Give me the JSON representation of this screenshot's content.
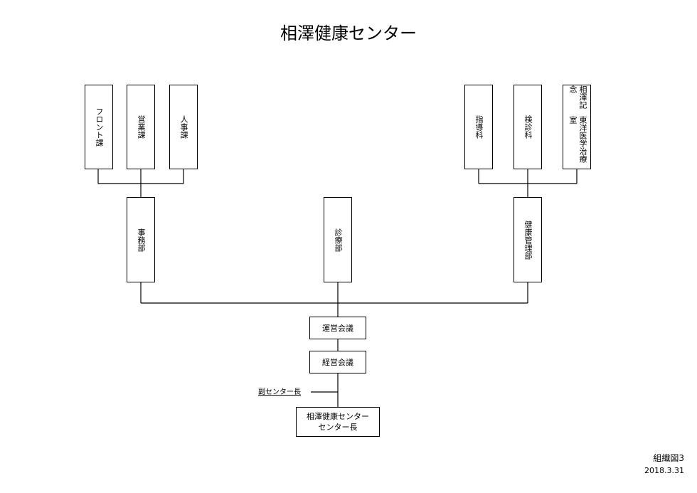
{
  "title": "相澤健康センター",
  "top_left_units": [
    "フロント課",
    "営業課",
    "人事課"
  ],
  "top_right_units": [
    "指導科",
    "検診科"
  ],
  "top_right_special": [
    "相澤記念",
    "東洋医学治療室"
  ],
  "departments": {
    "office": "事務部",
    "clinic": "診療部",
    "health": "健康管理部"
  },
  "committees": {
    "operations": "運営会議",
    "management": "経営会議"
  },
  "deputy": "副センター長",
  "director": [
    "相澤健康センター",
    "センター長"
  ],
  "footer": {
    "code": "組織図3",
    "date": "2018.3.31"
  }
}
